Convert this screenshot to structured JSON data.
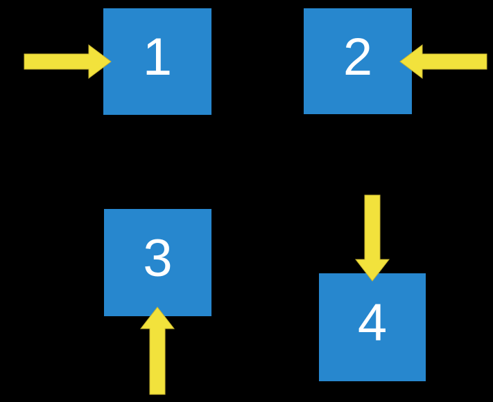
{
  "diagram": {
    "description": "Four numbered blue squares on a black background, each indicated by a yellow arrow",
    "background_color": "#000000",
    "square_fill_color": "#2787CE",
    "number_color": "#FFFFFF",
    "arrow_fill_color": "#F2E23C",
    "arrow_edge_color": "#C9B52F",
    "squares": [
      {
        "label": "1",
        "position": "top-left",
        "arrow_enters_from": "left",
        "arrow_points": "right"
      },
      {
        "label": "2",
        "position": "top-right",
        "arrow_enters_from": "right",
        "arrow_points": "left"
      },
      {
        "label": "3",
        "position": "bottom-left",
        "arrow_enters_from": "bottom",
        "arrow_points": "up"
      },
      {
        "label": "4",
        "position": "bottom-right",
        "arrow_enters_from": "top",
        "arrow_points": "down"
      }
    ]
  }
}
